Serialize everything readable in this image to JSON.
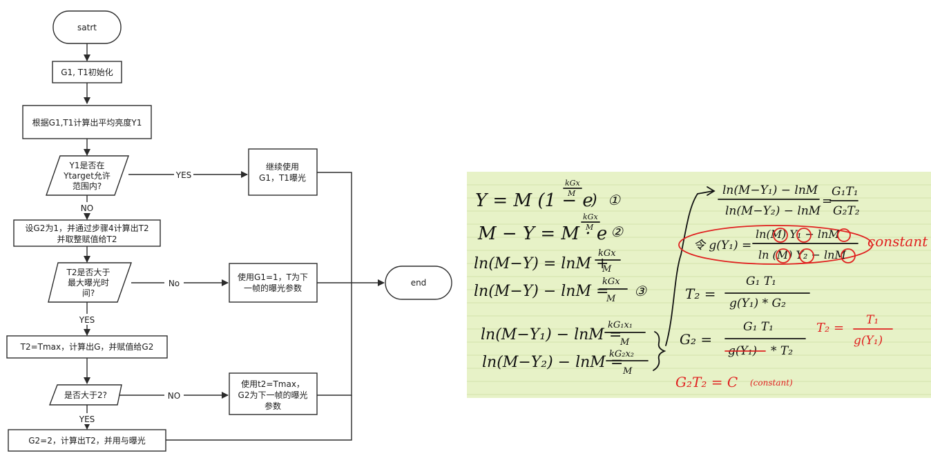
{
  "flowchart": {
    "nodes": {
      "start": "satrt",
      "init": "G1, T1初始化",
      "calc_y1": "根据G1,T1计算出平均亮度Y1",
      "decision1": [
        "Y1是否在",
        "Ytarget允许",
        "范围内?"
      ],
      "keep": [
        "继续使用",
        "G1，T1曝光"
      ],
      "set_g2": [
        "设G2为1，并通过步骤4计算出T2",
        "并取整赋值给T2"
      ],
      "decision2": [
        "T2是否大于",
        "最大曝光时",
        "间?"
      ],
      "use_g1": [
        "使用G1=1，T为下",
        "一帧的曝光参数"
      ],
      "tmax": "T2=Tmax，计算出G，并赋值给G2",
      "decision3": "是否大于2?",
      "use_t2": [
        "使用t2=Tmax，",
        "G2为下一帧的曝光",
        "参数"
      ],
      "g2_2": "G2=2，计算出T2，并用与曝光",
      "end": "end"
    },
    "edge_labels": {
      "d1_yes": "YES",
      "d1_no": "NO",
      "d2_no": "No",
      "d2_yes": "YES",
      "d3_no": "NO",
      "d3_yes": "YES"
    }
  },
  "notes": {
    "left": {
      "eq1": "Y = M (1 − e",
      "eq1_exp_num": "kGx",
      "eq1_exp_den": "M",
      "eq1_tail": ")",
      "eq1_marker": "①",
      "eq2": "M − Y = M · e",
      "eq2_exp_num": "kGx",
      "eq2_exp_den": "M",
      "eq2_marker": "②",
      "eq3_lhs": "ln(M−Y) = lnM +",
      "eq3_num": "kGx",
      "eq3_den": "M",
      "eq4_lhs": "ln(M−Y) − lnM =",
      "eq4_num": "kGx",
      "eq4_den": "M",
      "eq4_marker": "③",
      "eq5_lhs": "ln(M−Y₁) − lnM =",
      "eq5_num": "kG₁x₁",
      "eq5_den": "M",
      "eq6_lhs": "ln(M−Y₂) − lnM =",
      "eq6_num": "kG₂x₂",
      "eq6_den": "M"
    },
    "right": {
      "ratio_num": "ln(M−Y₁) − lnM",
      "ratio_den": "ln(M−Y₂) − lnM",
      "ratio_eq": "=",
      "ratio_rhs_num": "G₁T₁",
      "ratio_rhs_den": "G₂T₂",
      "g_def_lhs": "令 g(Y₁) =",
      "g_def_num": "ln(M) Y₁ − lnM",
      "g_def_den": "ln (M) Y₂ − lnM",
      "constant": "constant",
      "t2_lhs": "T₂ =",
      "t2_num": "G₁ T₁",
      "t2_den": "g(Y₁) * G₂",
      "g2_lhs": "G₂ =",
      "g2_num": "G₁ T₁",
      "g2_den_struck": "g(Y₁)",
      "g2_den_rest": "* T₂",
      "t2_red_lhs": "T₂ =",
      "t2_red_num": "T₁",
      "t2_red_den": "g(Y₁)",
      "product": "G₂T₂ = C",
      "product_paren": "(constant)"
    }
  },
  "colors": {
    "note_background": "#e7f2c7",
    "note_rule_lines": "#d3e3ab",
    "ink": "#111111",
    "red_ink": "#e0201f"
  }
}
